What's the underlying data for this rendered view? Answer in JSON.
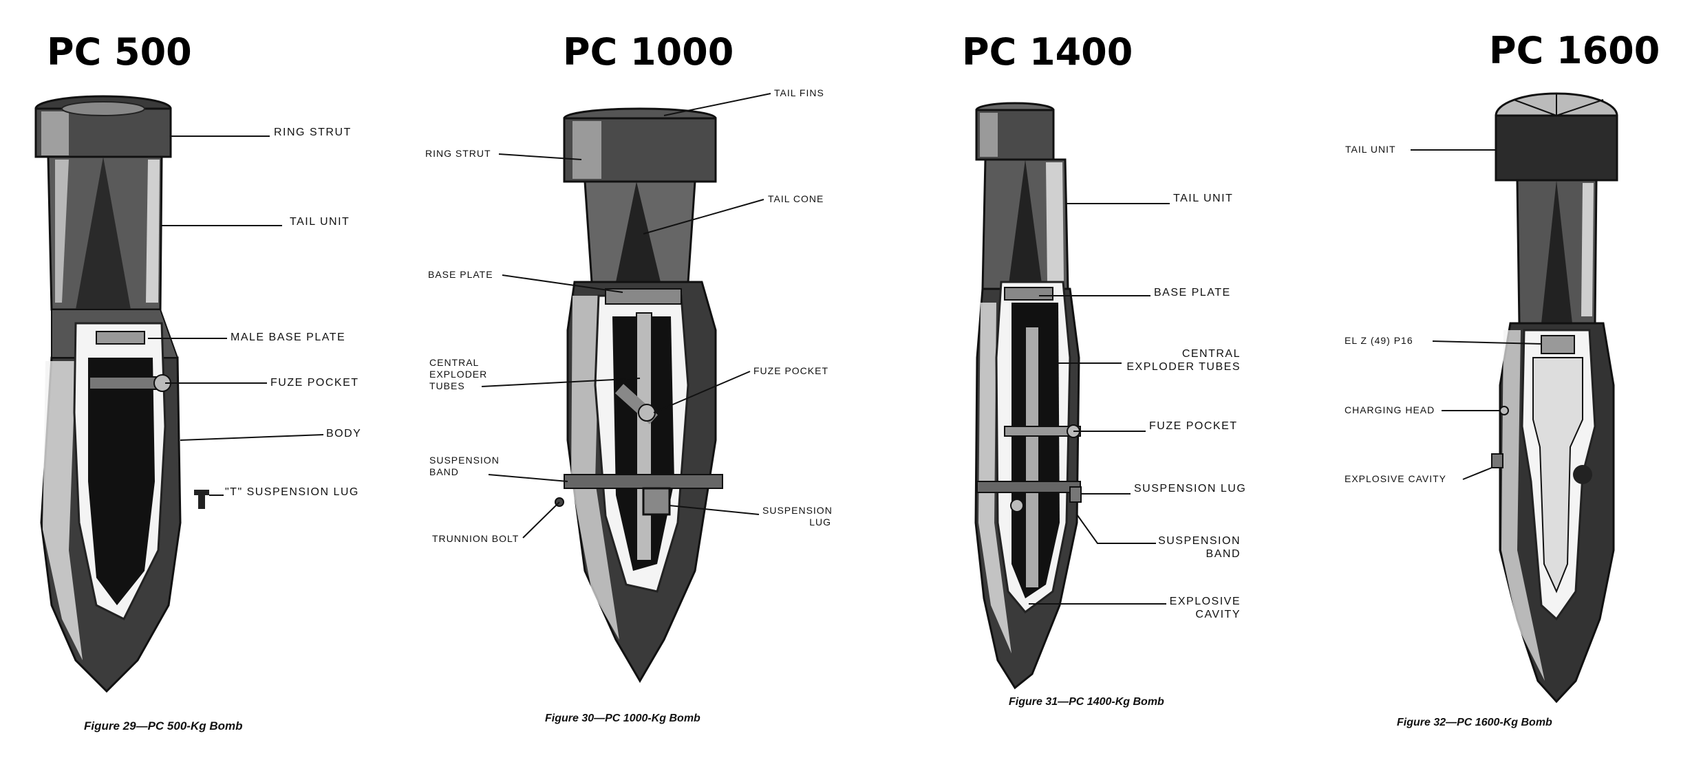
{
  "panels": [
    {
      "title": "PC 500",
      "caption": "Figure 29—PC 500-Kg Bomb",
      "labels": {
        "ring_strut": "RING STRUT",
        "tail_unit": "TAIL UNIT",
        "male_base_plate": "MALE BASE PLATE",
        "fuze_pocket": "FUZE POCKET",
        "body": "BODY",
        "t_suspension_lug": "\"T\" SUSPENSION LUG"
      }
    },
    {
      "title": "PC 1000",
      "caption": "Figure 30—PC 1000-Kg Bomb",
      "labels": {
        "tail_fins": "TAIL FINS",
        "ring_strut": "RING STRUT",
        "tail_cone": "TAIL CONE",
        "base_plate": "BASE PLATE",
        "central_exploder_tubes": [
          "CENTRAL",
          "EXPLODER",
          "TUBES"
        ],
        "fuze_pocket": "FUZE POCKET",
        "suspension_band": [
          "SUSPENSION",
          "BAND"
        ],
        "trunnion_bolt": "TRUNNION BOLT",
        "suspension_lug": [
          "SUSPENSION",
          "LUG"
        ]
      }
    },
    {
      "title": "PC 1400",
      "caption": "Figure 31—PC 1400-Kg Bomb",
      "labels": {
        "tail_unit": "TAIL UNIT",
        "base_plate": "BASE PLATE",
        "central_exploder_tubes": [
          "CENTRAL",
          "EXPLODER TUBES"
        ],
        "fuze_pocket": "FUZE POCKET",
        "suspension_lug": "SUSPENSION LUG",
        "suspension_band": [
          "SUSPENSION",
          "BAND"
        ],
        "explosive_cavity": [
          "EXPLOSIVE",
          "CAVITY"
        ]
      }
    },
    {
      "title": "PC 1600",
      "caption": "Figure 32—PC 1600-Kg Bomb",
      "labels": {
        "tail_unit": "TAIL UNIT",
        "el_z": "EL Z (49) P16",
        "charging_head": "CHARGING HEAD",
        "explosive_cavity": "EXPLOSIVE CAVITY"
      }
    }
  ]
}
